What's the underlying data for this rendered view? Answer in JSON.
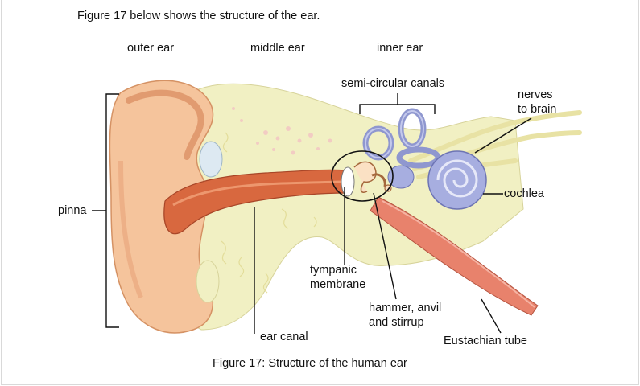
{
  "intro_text": "Figure 17 below shows the structure of the ear.",
  "section_labels": {
    "outer": "outer ear",
    "middle": "middle ear",
    "inner": "inner ear"
  },
  "labels": {
    "semicircular": "semi-circular canals",
    "nerves_line1": "nerves",
    "nerves_line2": "to brain",
    "cochlea": "cochlea",
    "pinna": "pinna",
    "tympanic_line1": "tympanic",
    "tympanic_line2": "membrane",
    "ossicles_line1": "hammer, anvil",
    "ossicles_line2": "and stirrup",
    "ear_canal": "ear canal",
    "eustachian": "Eustachian tube"
  },
  "caption": "Figure 17: Structure of the human ear",
  "colors": {
    "skin": "#f5c49c",
    "skin_dark": "#e07a4a",
    "canal": "#c8553a",
    "bone": "#f1f0c3",
    "inner_ear": "#a7aee0",
    "nerve": "#f3efc0",
    "tube": "#e8826c"
  }
}
